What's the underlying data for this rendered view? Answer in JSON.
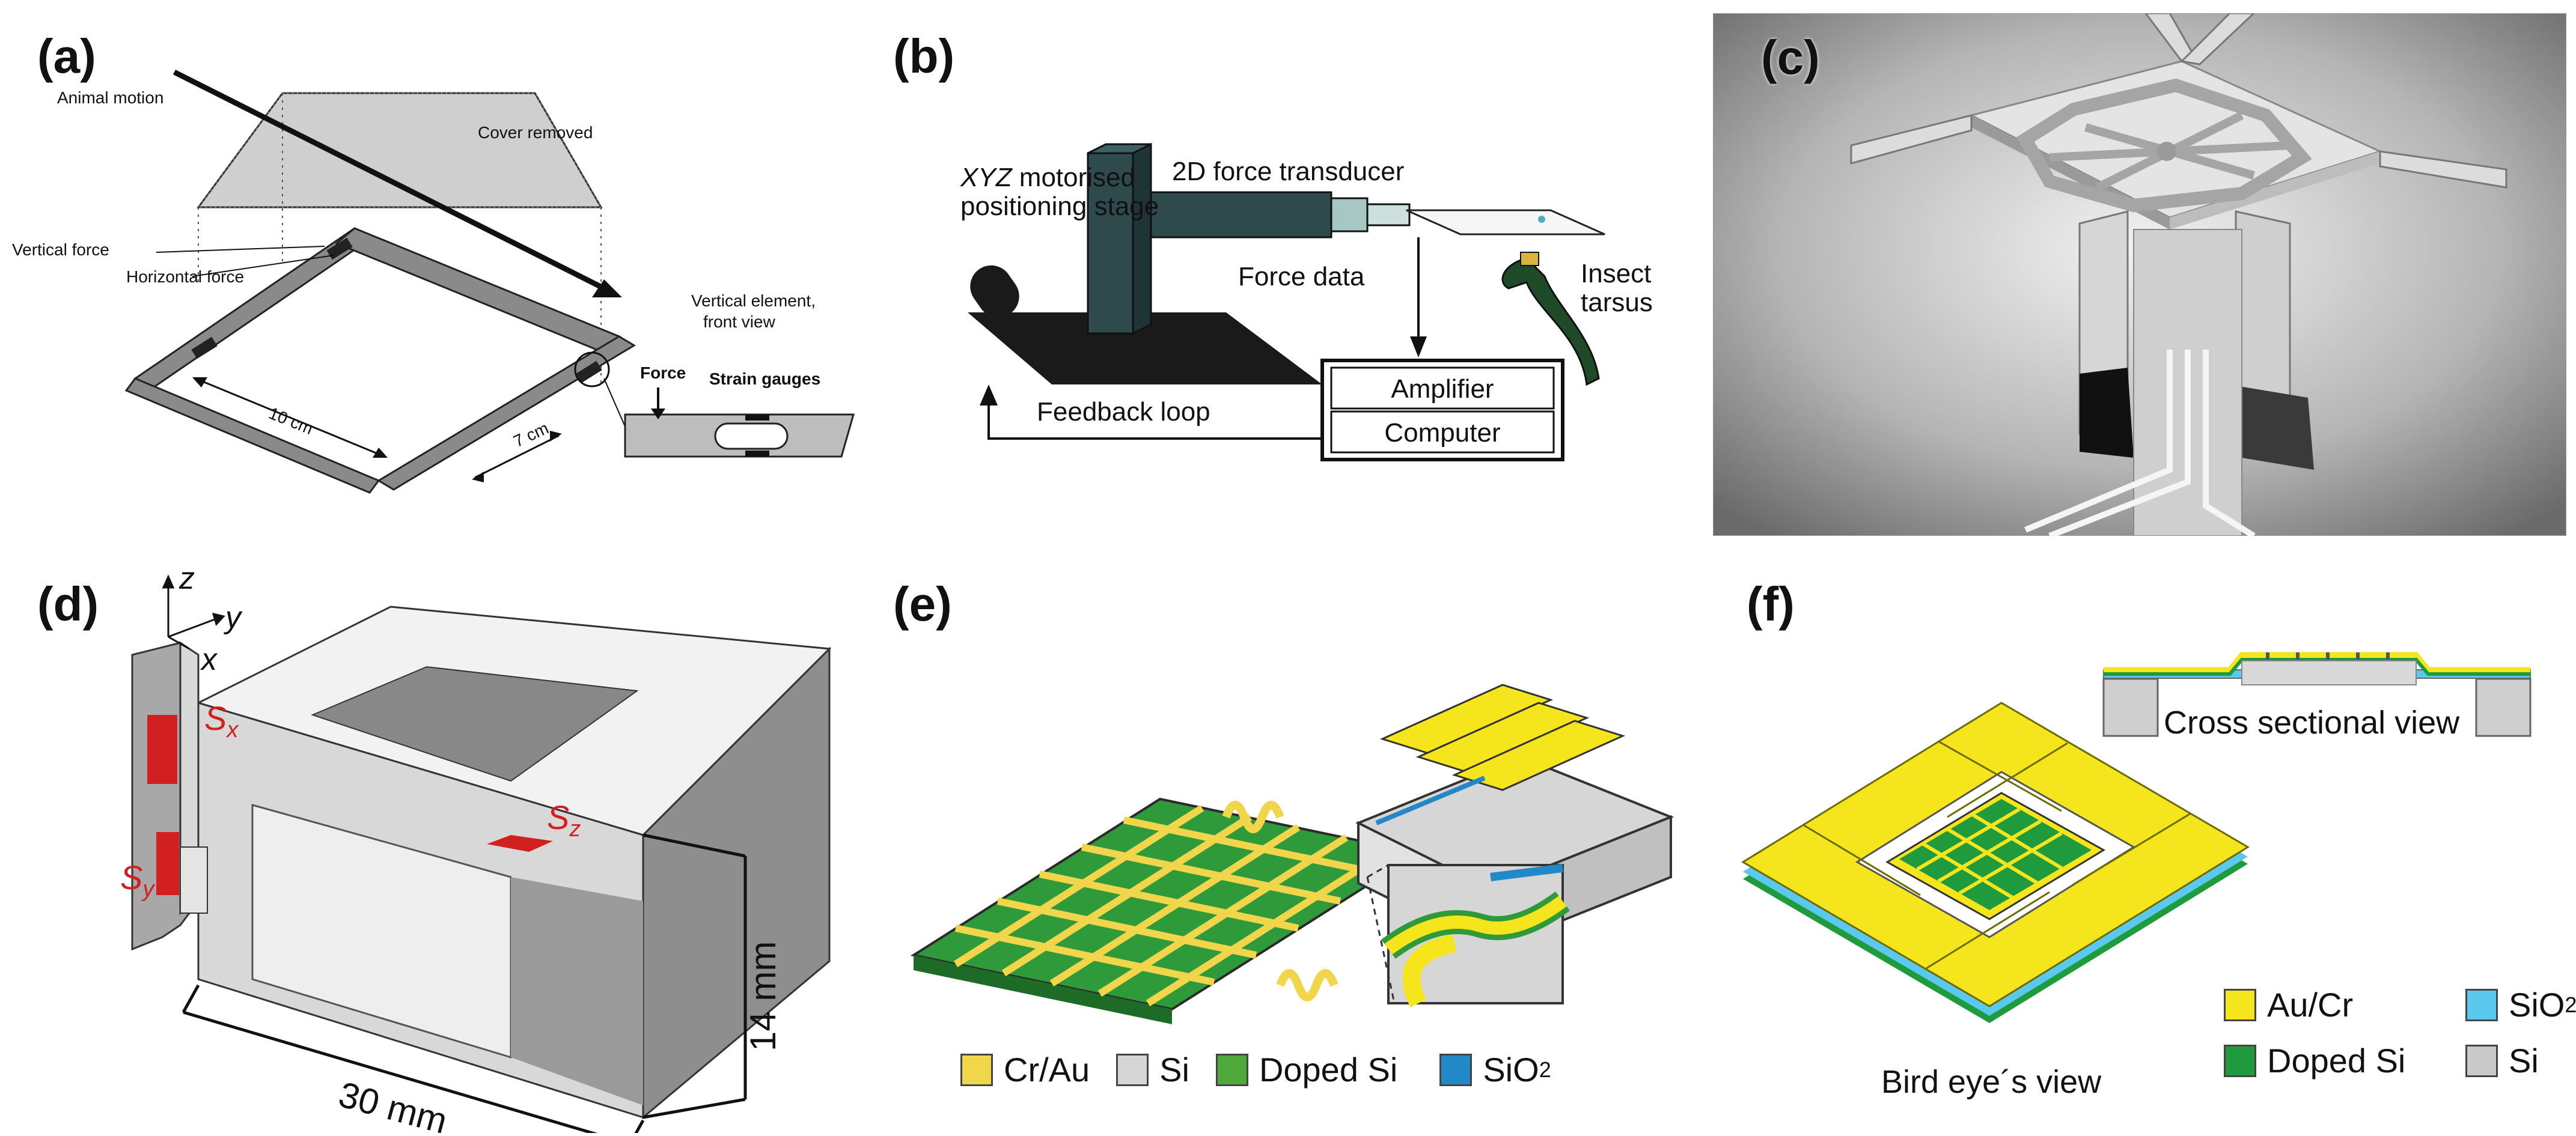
{
  "panels": {
    "a": {
      "label": "(a)",
      "animal_motion": "Animal motion",
      "cover_removed": "Cover removed",
      "vertical_force": "Vertical force",
      "horizontal_force": "Horizontal force",
      "vertical_element_1": "Vertical element,",
      "vertical_element_2": "front view",
      "force": "Force",
      "strain_gauges": "Strain gauges",
      "dim_10cm": "10 cm",
      "dim_7cm": "7 cm"
    },
    "b": {
      "label": "(b)",
      "stage_1a": "XYZ",
      "stage_1b": " motorised",
      "stage_2": "positioning stage",
      "transducer": "2D force transducer",
      "force_data": "Force data",
      "insect_1": "Insect",
      "insect_2": "tarsus",
      "feedback": "Feedback loop",
      "amplifier": "Amplifier",
      "computer": "Computer"
    },
    "c": {
      "label": "(c)"
    },
    "d": {
      "label": "(d)",
      "axis_z": "z",
      "axis_y": "y",
      "axis_x": "x",
      "sx": "S",
      "sx_sub": "x",
      "sy": "S",
      "sy_sub": "y",
      "sz": "S",
      "sz_sub": "z",
      "dim_30": "30 mm",
      "dim_14": "14 mm"
    },
    "e": {
      "label": "(e)",
      "legend": [
        "Cr/Au",
        "Si",
        "Doped Si",
        "SiO"
      ],
      "sio2_sub": "2"
    },
    "f": {
      "label": "(f)",
      "cross_section": "Cross sectional view",
      "bird_eye": "Bird eye´s view",
      "legend": [
        "Au/Cr",
        "SiO",
        "Doped Si",
        "Si"
      ],
      "sio2_sub": "2"
    }
  },
  "colors": {
    "gold": "#f1d54a",
    "yellow": "#f5e51d",
    "green": "#2f9a3a",
    "doped_green": "#1f9a3c",
    "grey": "#c9c9c9",
    "blue": "#2288c8",
    "light_blue": "#5bc8ee",
    "red": "#d21f1f",
    "dark_teal": "#2e4a4c"
  }
}
